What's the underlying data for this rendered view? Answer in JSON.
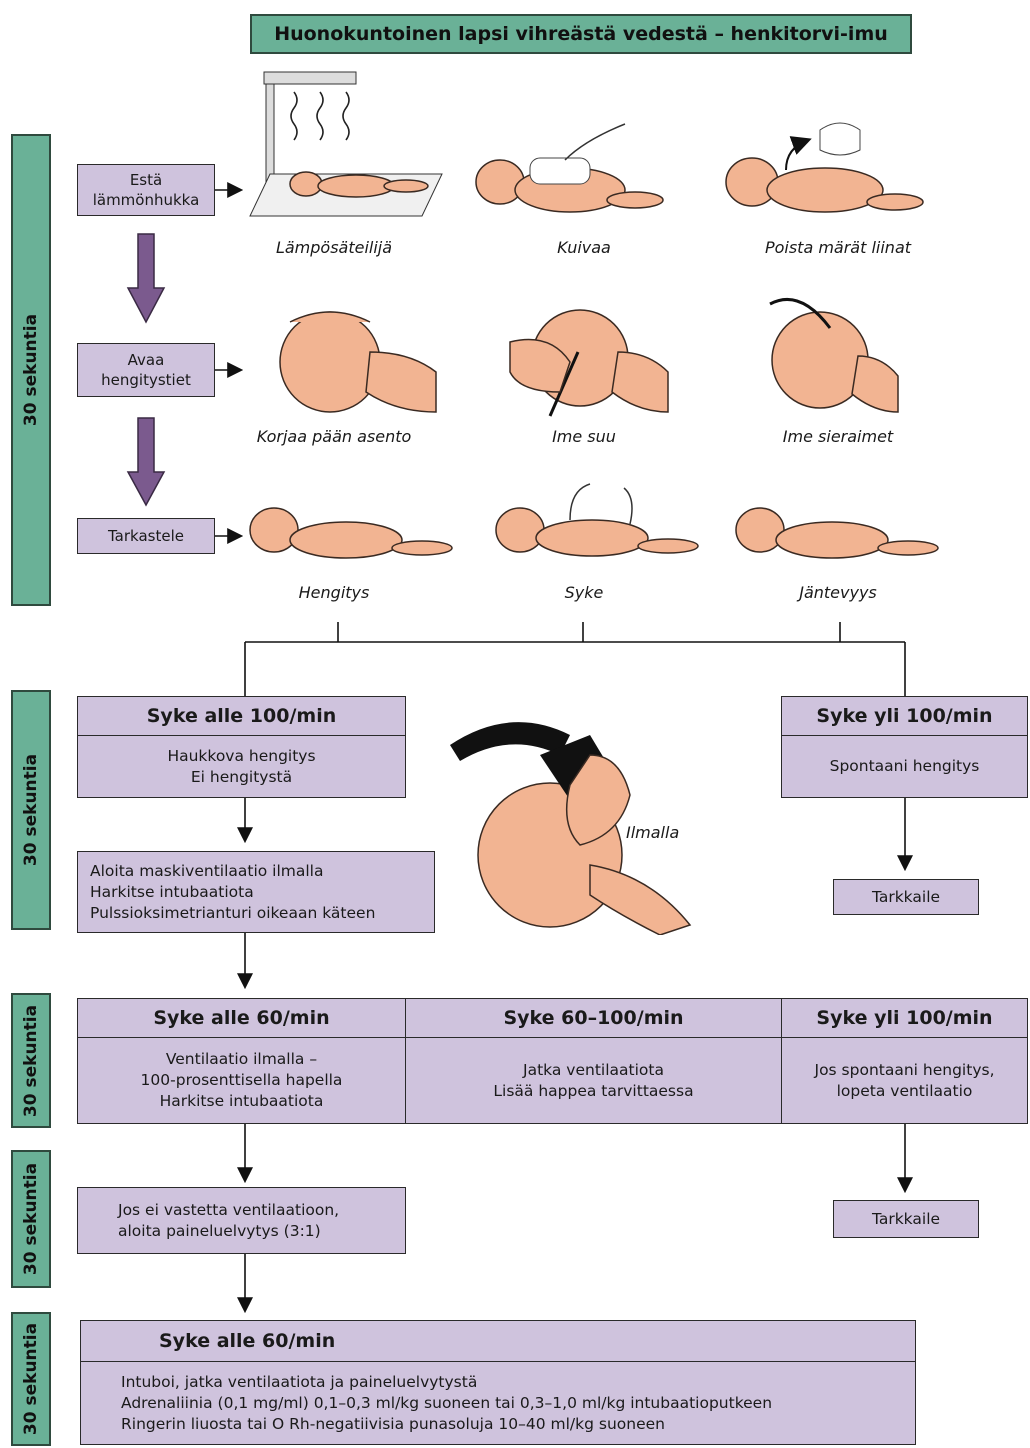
{
  "title": "Huonokuntoinen lapsi vihreästä vedestä – henkitorvi-imu",
  "side_labels": [
    "30 sekuntia",
    "30 sekuntia",
    "30 sekuntia",
    "30 sekuntia",
    "30 sekuntia"
  ],
  "steps": {
    "prevent": "Estä\nlämmönhukka",
    "airway": "Avaa\nhengitystiet",
    "observe": "Tarkastele"
  },
  "captions": {
    "row1": [
      "Lämpösäteilijä",
      "Kuivaa",
      "Poista märät liinat"
    ],
    "row2": [
      "Korjaa pään asento",
      "Ime suu",
      "Ime sieraimet"
    ],
    "row3": [
      "Hengitys",
      "Syke",
      "Jäntevyys"
    ]
  },
  "block2": {
    "left_header": "Syke alle 100/min",
    "left_body": "Haukkova hengitys\nEi hengitystä",
    "right_header": "Syke yli 100/min",
    "right_body": "Spontaani hengitys",
    "action": "Aloita maskiventilaatio ilmalla\nHarkitse intubaatiota\nPulssioksimetrianturi oikeaan käteen",
    "monitor": "Tarkkaile",
    "image_caption": "Ilmalla"
  },
  "block3": {
    "headers": [
      "Syke alle 60/min",
      "Syke 60–100/min",
      "Syke yli 100/min"
    ],
    "bodies": [
      "Ventilaatio ilmalla –\n100-prosenttisella hapella\nHarkitse intubaatiota",
      "Jatka ventilaatiota\nLisää happea tarvittaessa",
      "Jos spontaani hengitys,\nlopeta ventilaatio"
    ]
  },
  "block4": {
    "action": "Jos ei vastetta ventilaatioon,\naloita paineluelvytys (3:1)",
    "monitor": "Tarkkaile"
  },
  "block5": {
    "header": "Syke alle 60/min",
    "body": "Intuboi, jatka ventilaatiota ja paineluelvytystä\nAdrenaliinia (0,1 mg/ml) 0,1–0,3 ml/kg suoneen tai 0,3–1,0 ml/kg intubaatioputkeen\nRingerin liuosta tai O Rh-negatiivisia punasoluja 10–40 ml/kg suoneen"
  },
  "colors": {
    "teal": "#6ab197",
    "lavender": "#cfc3dd",
    "arrow_purple": "#7b5a8e",
    "skin": "#f2b492"
  }
}
